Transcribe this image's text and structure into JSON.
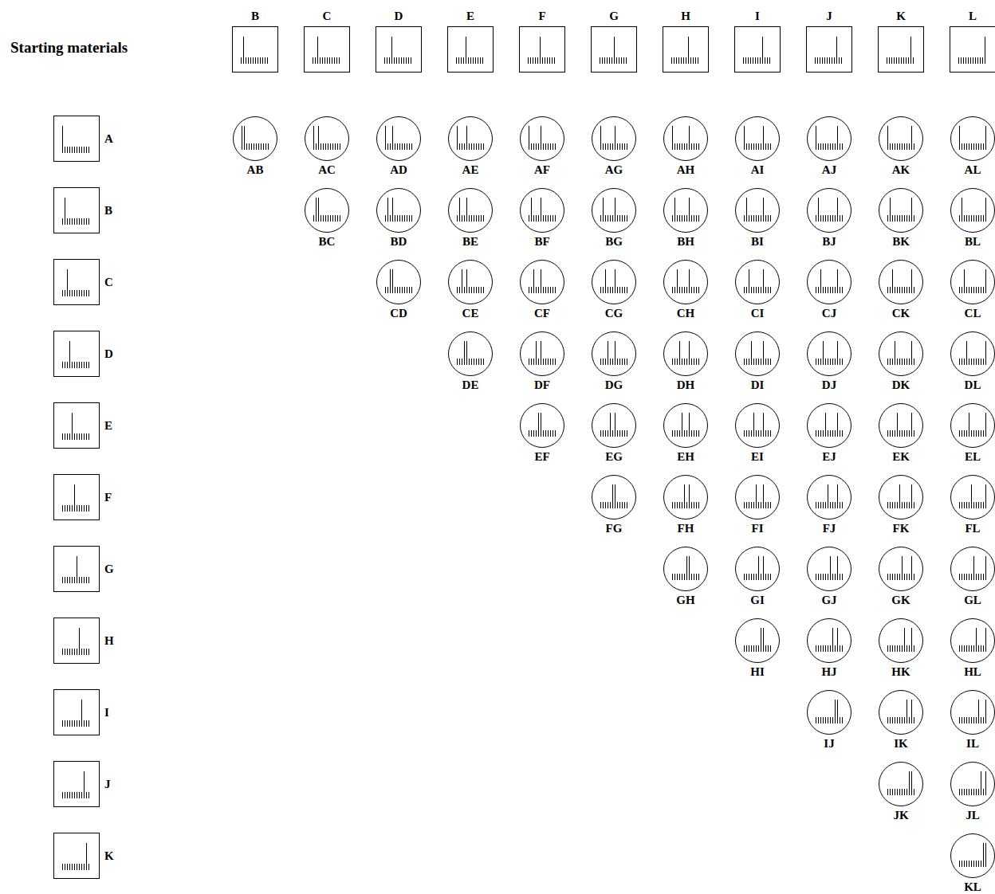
{
  "diagram": {
    "title": "Starting materials",
    "nodes": [
      {
        "text": [
          "B"
        ]
      },
      {
        "text": [
          "C"
        ]
      },
      {
        "text": [
          "D"
        ]
      },
      {
        "text": [
          "E"
        ]
      },
      {
        "text": [
          "F"
        ]
      },
      {
        "text": [
          "G"
        ]
      },
      {
        "text": [
          "H"
        ]
      },
      {
        "text": [
          "I"
        ]
      },
      {
        "text": [
          "J"
        ]
      },
      {
        "text": [
          "K"
        ]
      },
      {
        "text": [
          "L"
        ]
      },
      {
        "text": [
          "A"
        ]
      },
      {
        "text": [
          "AB"
        ]
      },
      {
        "text": [
          "AC"
        ]
      },
      {
        "text": [
          "AD"
        ]
      },
      {
        "text": [
          "AE"
        ]
      },
      {
        "text": [
          "AF"
        ]
      },
      {
        "text": [
          "AG"
        ]
      },
      {
        "text": [
          "AH"
        ]
      },
      {
        "text": [
          "AI"
        ]
      },
      {
        "text": [
          "AJ"
        ]
      },
      {
        "text": [
          "AK"
        ]
      },
      {
        "text": [
          "AL"
        ]
      },
      {
        "text": [
          "B"
        ]
      },
      {
        "text": [
          "BC"
        ]
      },
      {
        "text": [
          "BD"
        ]
      },
      {
        "text": [
          "BE"
        ]
      },
      {
        "text": [
          "BF"
        ]
      },
      {
        "text": [
          "BG"
        ]
      },
      {
        "text": [
          "BH"
        ]
      },
      {
        "text": [
          "BI"
        ]
      },
      {
        "text": [
          "BJ"
        ]
      },
      {
        "text": [
          "BK"
        ]
      },
      {
        "text": [
          "BL"
        ]
      },
      {
        "text": [
          "C"
        ]
      },
      {
        "text": [
          "CD"
        ]
      },
      {
        "text": [
          "CE"
        ]
      },
      {
        "text": [
          "CF"
        ]
      },
      {
        "text": [
          "CG"
        ]
      },
      {
        "text": [
          "CH"
        ]
      },
      {
        "text": [
          "CI"
        ]
      },
      {
        "text": [
          "CJ"
        ]
      },
      {
        "text": [
          "CK"
        ]
      },
      {
        "text": [
          "CL"
        ]
      },
      {
        "text": [
          "D"
        ]
      },
      {
        "text": [
          "DE"
        ]
      },
      {
        "text": [
          "DF"
        ]
      },
      {
        "text": [
          "DG"
        ]
      },
      {
        "text": [
          "DH"
        ]
      },
      {
        "text": [
          "DI"
        ]
      },
      {
        "text": [
          "DJ"
        ]
      },
      {
        "text": [
          "DK"
        ]
      },
      {
        "text": [
          "DL"
        ]
      },
      {
        "text": [
          "E"
        ]
      },
      {
        "text": [
          "EF"
        ]
      },
      {
        "text": [
          "EG"
        ]
      },
      {
        "text": [
          "EH"
        ]
      },
      {
        "text": [
          "EI"
        ]
      },
      {
        "text": [
          "EJ"
        ]
      },
      {
        "text": [
          "EK"
        ]
      },
      {
        "text": [
          "EL"
        ]
      },
      {
        "text": [
          "F"
        ]
      },
      {
        "text": [
          "FG"
        ]
      },
      {
        "text": [
          "FH"
        ]
      },
      {
        "text": [
          "FI"
        ]
      },
      {
        "text": [
          "FJ"
        ]
      },
      {
        "text": [
          "FK"
        ]
      },
      {
        "text": [
          "FL"
        ]
      },
      {
        "text": [
          "G"
        ]
      },
      {
        "text": [
          "GH"
        ]
      },
      {
        "text": [
          "GI"
        ]
      },
      {
        "text": [
          "GJ"
        ]
      },
      {
        "text": [
          "GK"
        ]
      },
      {
        "text": [
          "GL"
        ]
      },
      {
        "text": [
          "H"
        ]
      },
      {
        "text": [
          "HI"
        ]
      },
      {
        "text": [
          "HJ"
        ]
      },
      {
        "text": [
          "HK"
        ]
      },
      {
        "text": [
          "HL"
        ]
      },
      {
        "text": [
          "I"
        ]
      },
      {
        "text": [
          "IJ"
        ]
      },
      {
        "text": [
          "IK"
        ]
      },
      {
        "text": [
          "IL"
        ]
      },
      {
        "text": [
          "J"
        ]
      },
      {
        "text": [
          "JK"
        ]
      },
      {
        "text": [
          "JL"
        ]
      },
      {
        "text": [
          "K"
        ]
      },
      {
        "text": [
          "KL"
        ]
      }
    ]
  }
}
